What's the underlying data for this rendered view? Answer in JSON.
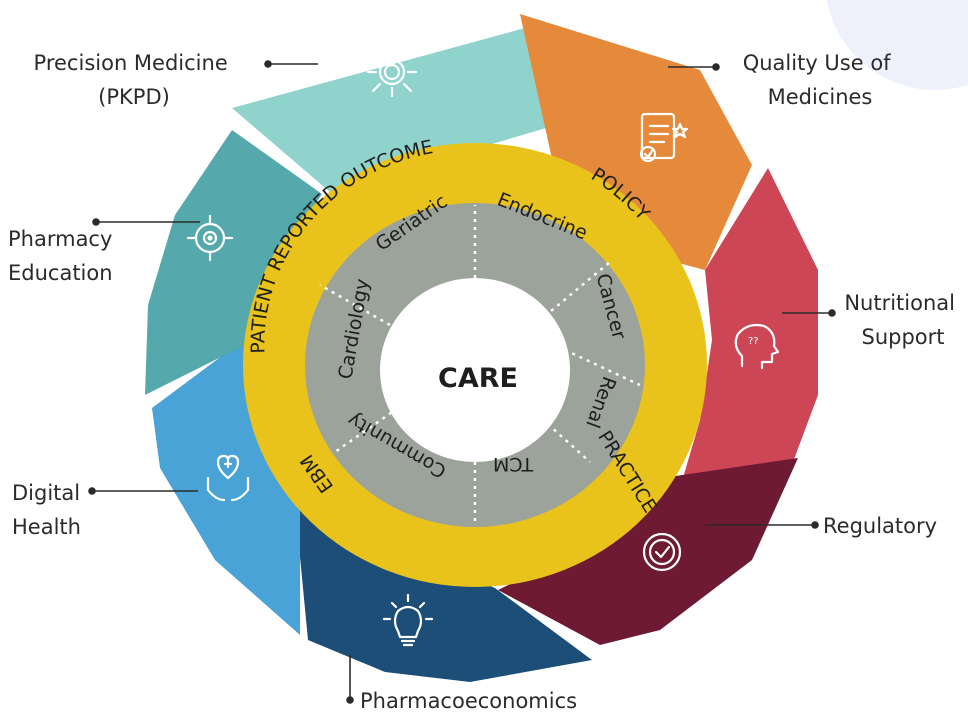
{
  "diagram": {
    "center": {
      "label": "CARE"
    },
    "specialties": [
      "Geriatric",
      "Endocrine",
      "Cancer",
      "Renal",
      "TCM",
      "Community",
      "Cardiology"
    ],
    "ring_labels": {
      "top_left": "PATIENT REPORTED OUTCOME",
      "top_right": "POLICY",
      "bottom_right": "PRACTICE",
      "bottom_left": "EBM"
    },
    "segments": [
      {
        "id": "precision",
        "label_lines": [
          "Precision Medicine",
          "(PKPD)"
        ],
        "color": "#8fd3cc",
        "icon": "gear-arrows-icon"
      },
      {
        "id": "quality",
        "label_lines": [
          "Quality Use of",
          "Medicines"
        ],
        "color": "#e5893a",
        "icon": "document-check-icon"
      },
      {
        "id": "nutrition",
        "label_lines": [
          "Nutritional",
          "Support"
        ],
        "color": "#cc4656",
        "icon": "head-brain-icon"
      },
      {
        "id": "regulatory",
        "label_lines": [
          "Regulatory"
        ],
        "color": "#6e1a33",
        "icon": "badge-check-icon"
      },
      {
        "id": "pharmacoeconomics",
        "label_lines": [
          "Pharmacoeconomics"
        ],
        "color": "#1c4e78",
        "icon": "lightbulb-icon"
      },
      {
        "id": "digital",
        "label_lines": [
          "Digital",
          "Health"
        ],
        "color": "#4aa3d6",
        "icon": "heart-hands-icon"
      },
      {
        "id": "education",
        "label_lines": [
          "Pharmacy",
          "Education"
        ],
        "color": "#55a9ad",
        "icon": "target-icon"
      }
    ],
    "colors": {
      "ring": "#e9c31c",
      "inner": "#9ca39b",
      "center": "#ffffff",
      "background_blob": "#eef0fb"
    }
  }
}
